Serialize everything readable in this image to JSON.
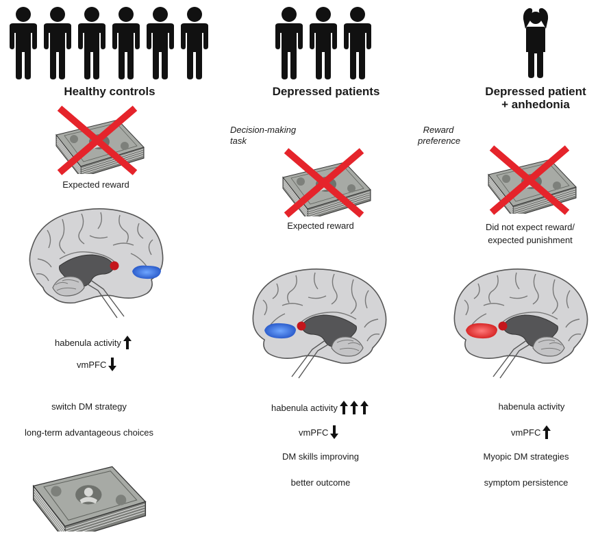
{
  "colors": {
    "figure": "#111111",
    "cross": "#e5242b",
    "brain_fill": "#d4d4d6",
    "brain_line": "#777777",
    "ventricle": "#555557",
    "habenula": "#c4161c",
    "vmpfc_blue": "#2f6fd8",
    "vmpfc_red": "#e32a2a",
    "money": "#8a8d87"
  },
  "icons": {
    "person": "standing-person-icon",
    "distressed_person": "person-holding-head-icon",
    "money": "money-stack-icon",
    "cross": "red-x-icon",
    "brain": "brain-sagittal-icon",
    "arrow_up": "arrow-up-icon",
    "arrow_down": "arrow-down-icon"
  },
  "columns": {
    "healthy": {
      "title": "Healthy controls",
      "reward_label": "Expected reward",
      "habenula_label": "habenula activity",
      "habenula_change": "up",
      "vmpfc_label": "vmPFC",
      "vmpfc_change": "down",
      "outcome_1": "switch DM strategy",
      "outcome_2": "long-term advantageous choices"
    },
    "depressed": {
      "title": "Depressed patients",
      "task_label_1": "Decision-making",
      "task_label_2": "task",
      "reward_label": "Expected reward",
      "habenula_label": "habenula activity",
      "habenula_change": "up-up-up",
      "vmpfc_label": "vmPFC",
      "vmpfc_change": "down",
      "outcome_1": "DM skills improving",
      "outcome_2": "better outcome"
    },
    "anhedonia": {
      "title_line_1": "Depressed patient",
      "title_line_2": "+ anhedonia",
      "pref_label_1": "Reward",
      "pref_label_2": "preference",
      "reward_label_1": "Did not expect reward/",
      "reward_label_2": "expected punishment",
      "habenula_label": "habenula activity",
      "vmpfc_label": "vmPFC",
      "vmpfc_change": "up",
      "outcome_1": "Myopic DM strategies",
      "outcome_2": "symptom persistence"
    }
  }
}
